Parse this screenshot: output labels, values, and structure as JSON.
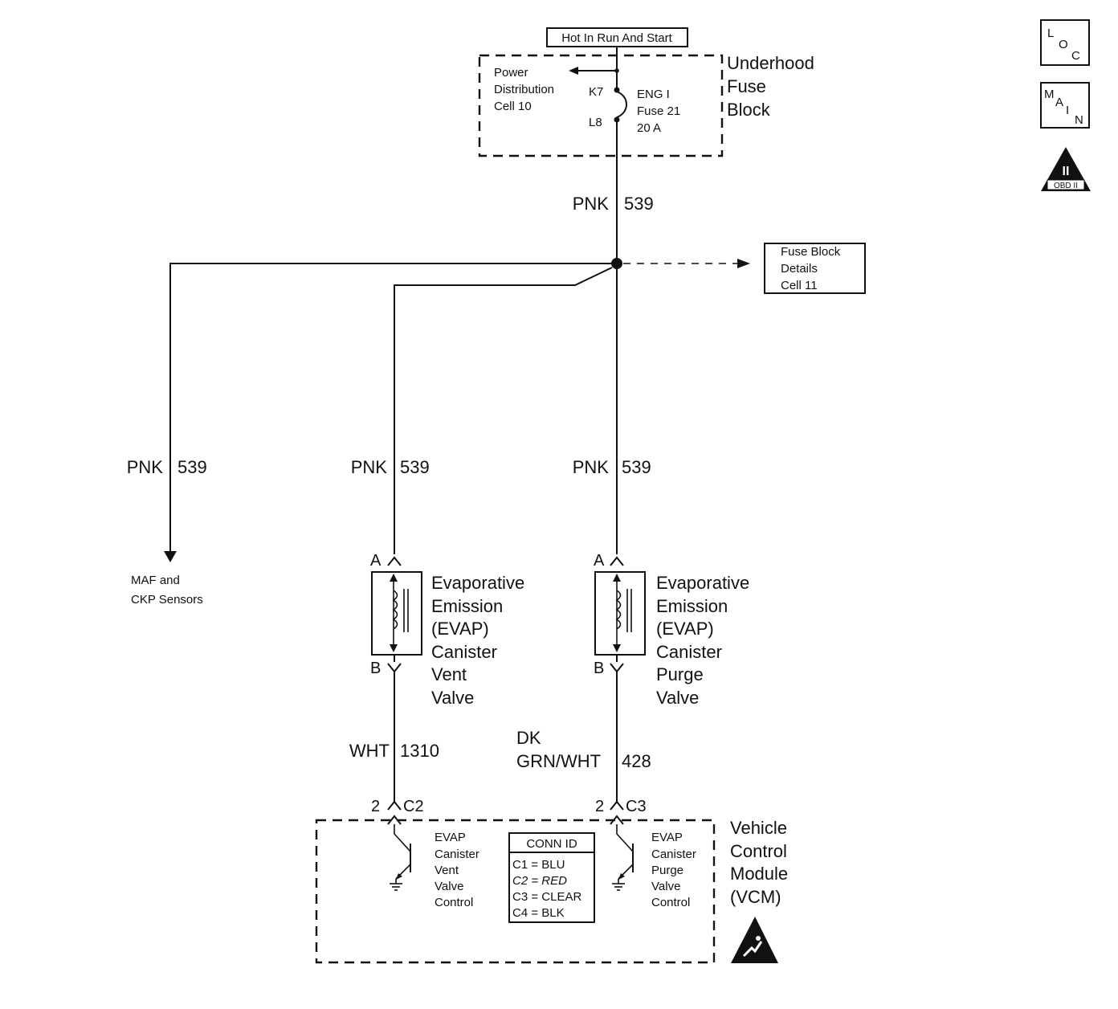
{
  "source": {
    "label": "Hot In Run And Start"
  },
  "fuse_block": {
    "title_lines": [
      "Underhood",
      "Fuse",
      "Block"
    ],
    "power_dist_lines": [
      "Power",
      "Distribution",
      "Cell 10"
    ],
    "pin_top": "K7",
    "pin_bottom": "L8",
    "fuse_lines": [
      "ENG I",
      "Fuse 21",
      "20 A"
    ]
  },
  "fuse_details": {
    "lines": [
      "Fuse Block",
      "Details",
      "Cell 11"
    ]
  },
  "wires": {
    "main": {
      "color": "PNK",
      "circuit": "539"
    },
    "left": {
      "color": "PNK",
      "circuit": "539"
    },
    "vent": {
      "color": "PNK",
      "circuit": "539"
    },
    "purge": {
      "color": "PNK",
      "circuit": "539"
    },
    "vent_ctrl": {
      "color": "WHT",
      "circuit": "1310"
    },
    "purge_ctrl": {
      "color_lines": [
        "DK",
        "GRN/WHT"
      ],
      "circuit": "428"
    }
  },
  "maf_ckp": {
    "lines": [
      "MAF and",
      "CKP Sensors"
    ]
  },
  "vent_valve": {
    "pin_a": "A",
    "pin_b": "B",
    "lines": [
      "Evaporative",
      "Emission",
      "(EVAP)",
      "Canister",
      "Vent",
      "Valve"
    ]
  },
  "purge_valve": {
    "pin_a": "A",
    "pin_b": "B",
    "lines": [
      "Evaporative",
      "Emission",
      "(EVAP)",
      "Canister",
      "Purge",
      "Valve"
    ]
  },
  "vcm": {
    "title_lines": [
      "Vehicle",
      "Control",
      "Module",
      "(VCM)"
    ],
    "vent_pin": "2",
    "vent_conn": "C2",
    "purge_pin": "2",
    "purge_conn": "C3",
    "vent_ctrl_lines": [
      "EVAP",
      "Canister",
      "Vent",
      "Valve",
      "Control"
    ],
    "purge_ctrl_lines": [
      "EVAP",
      "Canister",
      "Purge",
      "Valve",
      "Control"
    ],
    "conn_id": {
      "title": "CONN ID",
      "rows": [
        "C1 = BLU",
        "C2 = RED",
        "C3 = CLEAR",
        "C4 = BLK"
      ]
    }
  },
  "icons": {
    "loc": [
      "L",
      "O",
      "C"
    ],
    "main": [
      "M",
      "A",
      "I",
      "N"
    ],
    "obd": {
      "numeral": "II",
      "label": "OBD II"
    }
  }
}
